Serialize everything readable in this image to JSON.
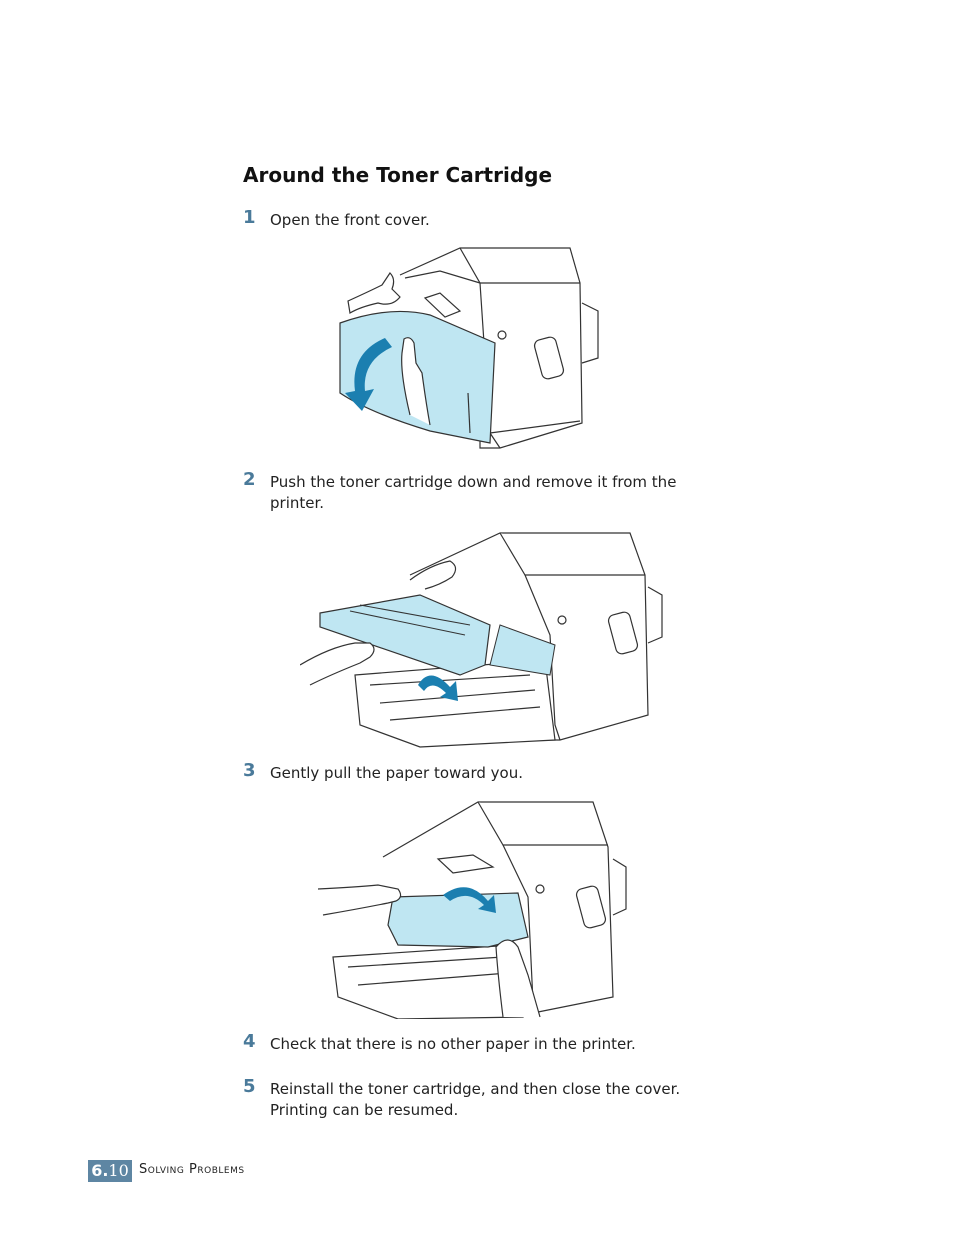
{
  "section_title": "Around the Toner Cartridge",
  "steps": [
    {
      "number": "1",
      "text": "Open the front cover."
    },
    {
      "number": "2",
      "text": "Push the toner cartridge down and remove it from the printer."
    },
    {
      "number": "3",
      "text": "Gently pull the paper toward you."
    },
    {
      "number": "4",
      "text": "Check that there is no other paper in the printer."
    },
    {
      "number": "5",
      "text": "Reinstall the toner cartridge, and then close the cover. Printing can be resumed."
    }
  ],
  "footer": {
    "chapter": "6.",
    "page": "10",
    "section": "Solving Problems"
  },
  "colors": {
    "accent_blue": "#4a7a9a",
    "highlight_cyan": "#bfe6f2",
    "arrow_blue": "#1b7fb0",
    "footer_box": "#5e86a3"
  },
  "icons": [
    "printer-open-cover-illustration",
    "toner-removal-illustration",
    "paper-removal-illustration"
  ]
}
